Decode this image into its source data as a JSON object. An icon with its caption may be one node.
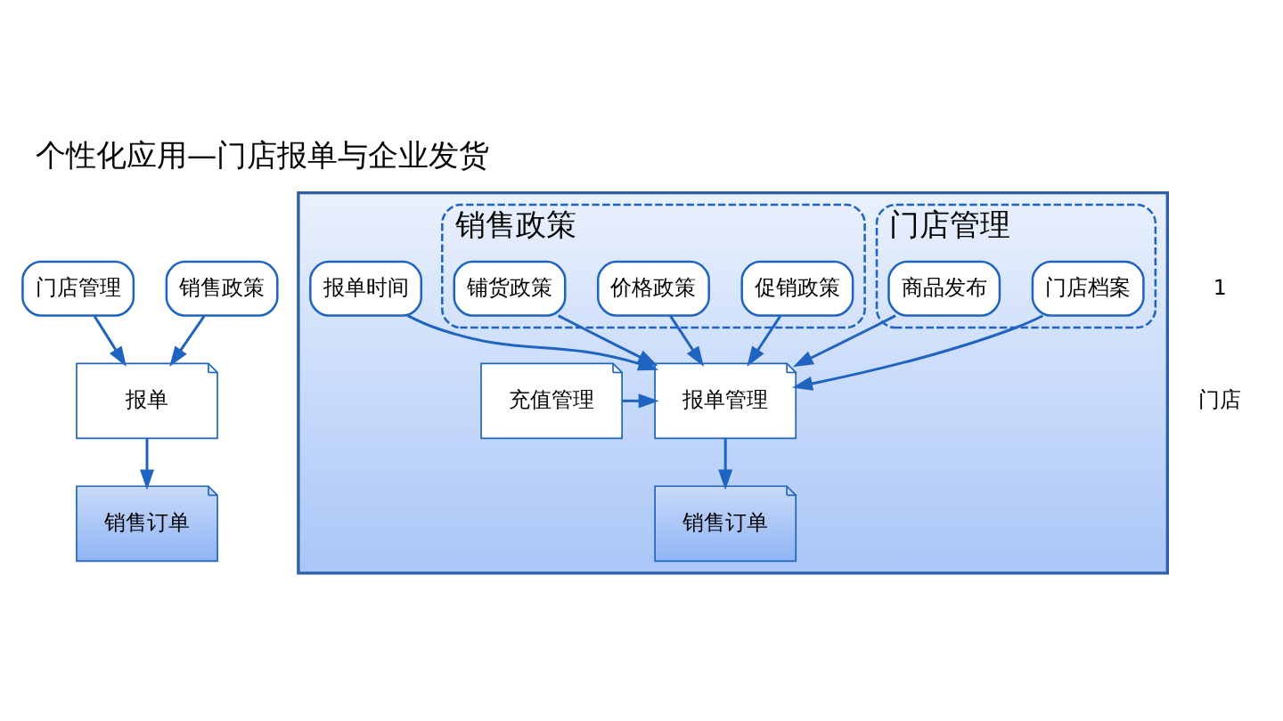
{
  "diagram": {
    "title": "个性化应用—门店报单与企业发货",
    "nodes": [
      {
        "text": [
          "门店管理"
        ]
      },
      {
        "text": [
          "销售政策"
        ]
      },
      {
        "text": [
          "报单"
        ]
      },
      {
        "text": [
          "销售订单"
        ]
      },
      {
        "text": [],
        "shape": "box"
      },
      {
        "text": [
          "门店管理"
        ],
        "in": 4
      },
      {
        "text": [
          "门店档案"
        ],
        "in": 5
      },
      {
        "text": [
          "商品发布"
        ],
        "in": 5
      },
      {
        "text": [
          "销售政策"
        ],
        "in": 4
      },
      {
        "text": [
          "促销政策"
        ],
        "in": 8
      },
      {
        "text": [
          "价格政策"
        ],
        "in": 8
      },
      {
        "text": [
          "铺货政策"
        ],
        "in": 8
      },
      {
        "text": [
          "报单时间"
        ],
        "in": 4
      },
      {
        "text": [
          "报单管理"
        ],
        "in": 4
      },
      {
        "text": [
          "充值管理"
        ],
        "in": 4
      },
      {
        "text": [
          "销售订单"
        ],
        "in": 4
      }
    ],
    "edges": [
      {
        "from": 0,
        "to": 2,
        "arrow": "to"
      },
      {
        "from": 1,
        "to": 2,
        "arrow": "to"
      },
      {
        "from": 2,
        "to": 3,
        "arrow": "to"
      },
      {
        "from": 6,
        "to": 13,
        "arrow": "to"
      },
      {
        "from": 7,
        "to": 13,
        "arrow": "to"
      },
      {
        "from": 9,
        "to": 13,
        "arrow": "to"
      },
      {
        "from": 10,
        "to": 13,
        "arrow": "to"
      },
      {
        "from": 11,
        "to": 13,
        "arrow": "to"
      },
      {
        "from": 12,
        "to": 13,
        "arrow": "to"
      },
      {
        "from": 14,
        "to": 13,
        "arrow": "to"
      },
      {
        "from": 13,
        "to": 15,
        "arrow": "to"
      }
    ],
    "labels": [
      "门店",
      "1"
    ]
  }
}
